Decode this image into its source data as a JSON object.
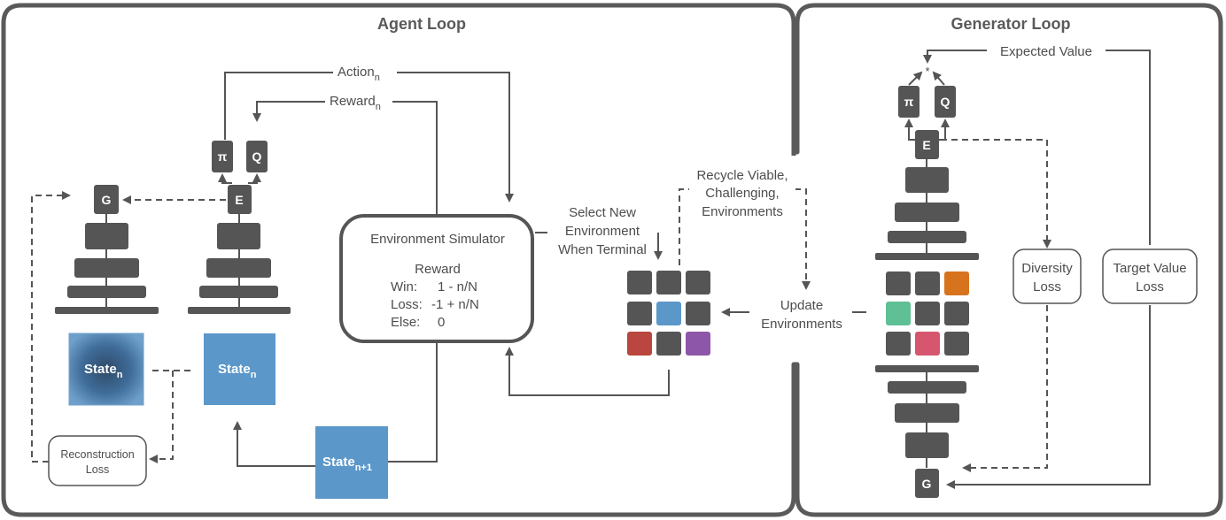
{
  "agent_loop": {
    "title": "Agent Loop",
    "action_label": "Action",
    "action_sub": "n",
    "reward_label": "Reward",
    "reward_sub": "n",
    "g_label": "G",
    "pi_label": "π",
    "q_label": "Q",
    "e_label": "E",
    "state_label": "State",
    "state_sub": "n",
    "next_state_label": "State",
    "next_state_sub": "n+1",
    "reconstruction_loss_line1": "Reconstruction",
    "reconstruction_loss_line2": "Loss"
  },
  "simulator": {
    "title": "Environment Simulator",
    "reward_heading": "Reward",
    "win_label": "Win:",
    "win_value": "1 - n/N",
    "loss_label": "Loss:",
    "loss_value": "-1 + n/N",
    "else_label": "Else:",
    "else_value": "0"
  },
  "middle": {
    "select_line1": "Select New",
    "select_line2": "Environment",
    "select_line3": "When Terminal",
    "recycle_line1": "Recycle Viable,",
    "recycle_line2": "Challenging,",
    "recycle_line3": "Environments",
    "update_line1": "Update",
    "update_line2": "Environments"
  },
  "generator_loop": {
    "title": "Generator Loop",
    "expected_value": "Expected Value",
    "star": "*",
    "pi_label": "π",
    "q_label": "Q",
    "e_label": "E",
    "g_label": "G",
    "diversity_line1": "Diversity",
    "diversity_line2": "Loss",
    "target_line1": "Target Value",
    "target_line2": "Loss"
  },
  "colors": {
    "panel_border": "#5a5a5a",
    "block": "#555555",
    "state_blue": "#5b97c9",
    "env_blue": "#5b97c9",
    "env_red": "#b9473f",
    "env_purple": "#8e56a8",
    "env_orange": "#d8731d",
    "env_green": "#5fbf95",
    "env_pink": "#d7566f"
  }
}
